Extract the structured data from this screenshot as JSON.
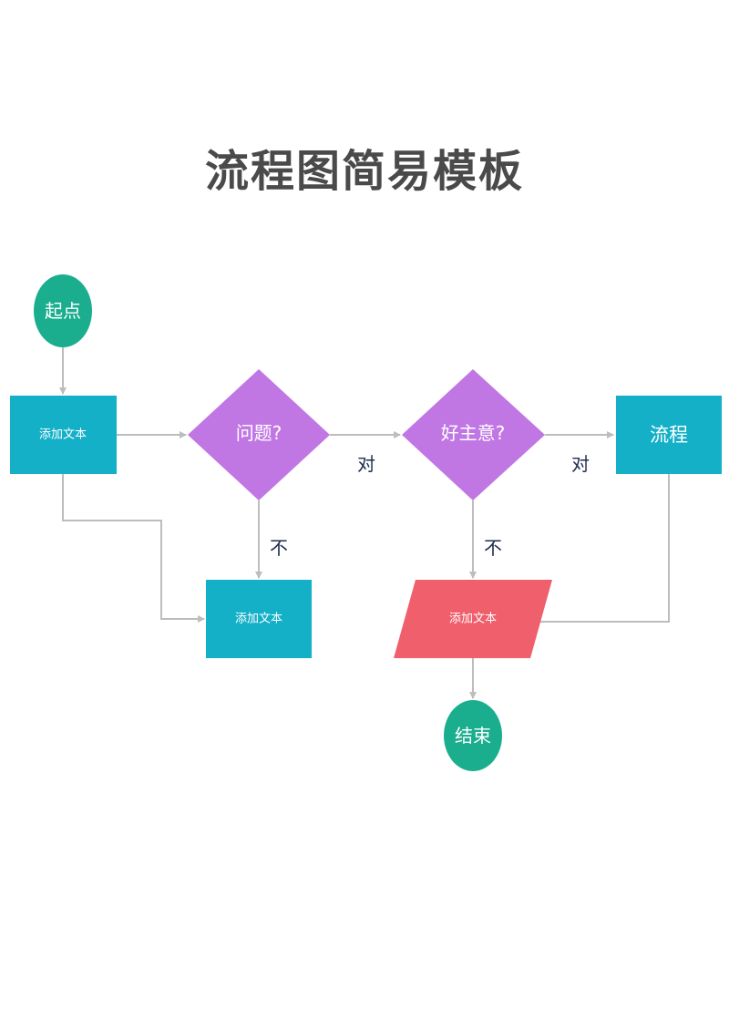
{
  "title": "流程图简易模板",
  "colors": {
    "terminal": "#1aae8f",
    "process": "#14b0c8",
    "decision": "#c077e3",
    "io": "#ef5f6c",
    "connector": "#bdbdbd",
    "label": "#1f2d4d",
    "title": "#4a4a4a"
  },
  "nodes": {
    "start": {
      "type": "terminal",
      "label": "起点"
    },
    "process1": {
      "type": "process",
      "label": "添加文本"
    },
    "decision1": {
      "type": "decision",
      "label": "问题?"
    },
    "decision2": {
      "type": "decision",
      "label": "好主意?"
    },
    "process_flow": {
      "type": "process",
      "label": "流程"
    },
    "process2": {
      "type": "process",
      "label": "添加文本"
    },
    "io1": {
      "type": "io",
      "label": "添加文本"
    },
    "end": {
      "type": "terminal",
      "label": "结束"
    }
  },
  "edges": [
    {
      "from": "start",
      "to": "process1",
      "label": ""
    },
    {
      "from": "process1",
      "to": "decision1",
      "label": ""
    },
    {
      "from": "decision1",
      "to": "decision2",
      "label": "对"
    },
    {
      "from": "decision2",
      "to": "process_flow",
      "label": "对"
    },
    {
      "from": "decision1",
      "to": "process2",
      "label": "不"
    },
    {
      "from": "decision2",
      "to": "io1",
      "label": "不"
    },
    {
      "from": "process1",
      "to": "process2",
      "label": ""
    },
    {
      "from": "process_flow",
      "to": "io1",
      "label": ""
    },
    {
      "from": "io1",
      "to": "end",
      "label": ""
    }
  ]
}
